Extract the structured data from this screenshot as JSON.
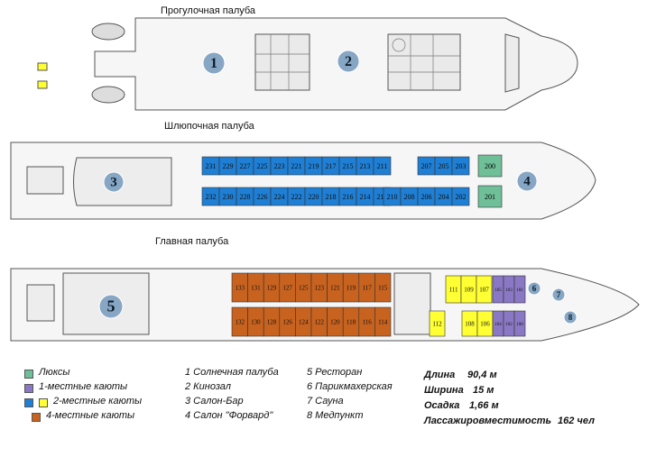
{
  "decks": {
    "promenade": {
      "title": "Прогулочная палуба",
      "room_labels": [
        "1",
        "2"
      ]
    },
    "boat": {
      "title": "Шлюпочная палуба",
      "room_labels": [
        "3",
        "4"
      ],
      "upper_blue": [
        "231",
        "229",
        "227",
        "225",
        "223",
        "221",
        "219",
        "217",
        "215",
        "213",
        "211"
      ],
      "lower_blue": [
        "232",
        "230",
        "228",
        "226",
        "224",
        "222",
        "220",
        "218",
        "216",
        "214",
        "212"
      ],
      "upper_fwd_blue": [
        "207",
        "205",
        "203"
      ],
      "lower_fwd_blue": [
        "210",
        "208",
        "206",
        "204",
        "202"
      ],
      "lux_top": "200",
      "lux_bottom": "201"
    },
    "main": {
      "title": "Главная палуба",
      "room_labels": [
        "5",
        "6",
        "7",
        "8"
      ],
      "upper_orange": [
        "133",
        "131",
        "129",
        "127",
        "125",
        "123",
        "121",
        "119",
        "117",
        "115"
      ],
      "lower_orange": [
        "132",
        "130",
        "128",
        "126",
        "124",
        "122",
        "120",
        "118",
        "116",
        "114"
      ],
      "upper_yellow": [
        "111",
        "109",
        "107"
      ],
      "upper_purple": [
        "105",
        "103",
        "101"
      ],
      "lower_yellow_single": "112",
      "lower_yellow": [
        "108",
        "106"
      ],
      "lower_purple": [
        "104",
        "102",
        "100"
      ]
    }
  },
  "legend": {
    "categories": [
      {
        "label": "Люксы",
        "color": "#6fbf98"
      },
      {
        "label": "1-местные каюты",
        "color": "#8a78c4"
      },
      {
        "label": "2-местные каюты",
        "colors": [
          "#1f7fd4",
          "#ffff33"
        ]
      },
      {
        "label": "4-местные каюты",
        "color": "#c8621f"
      }
    ],
    "rooms_col1": [
      "1 Солнечная палуба",
      "2 Кинозал",
      "3 Салон-Бар",
      "4 Салон  \"Форвард\""
    ],
    "rooms_col2": [
      "5 Ресторан",
      "6 Парикмахерская",
      "7 Сауна",
      "8 Медпункт"
    ]
  },
  "specs": [
    {
      "label": "Длина",
      "value": "90,4 м"
    },
    {
      "label": "Ширина",
      "value": "15 м"
    },
    {
      "label": "Осадка",
      "value": "1,66 м"
    },
    {
      "label": "Лассажировместимость",
      "value": "162 чел"
    }
  ],
  "colors": {
    "blue": "#1f7fd4",
    "yellow": "#ffff33",
    "orange": "#c8621f",
    "purple": "#8a78c4",
    "lux": "#6fbf98",
    "badge": "#86a6c4"
  }
}
